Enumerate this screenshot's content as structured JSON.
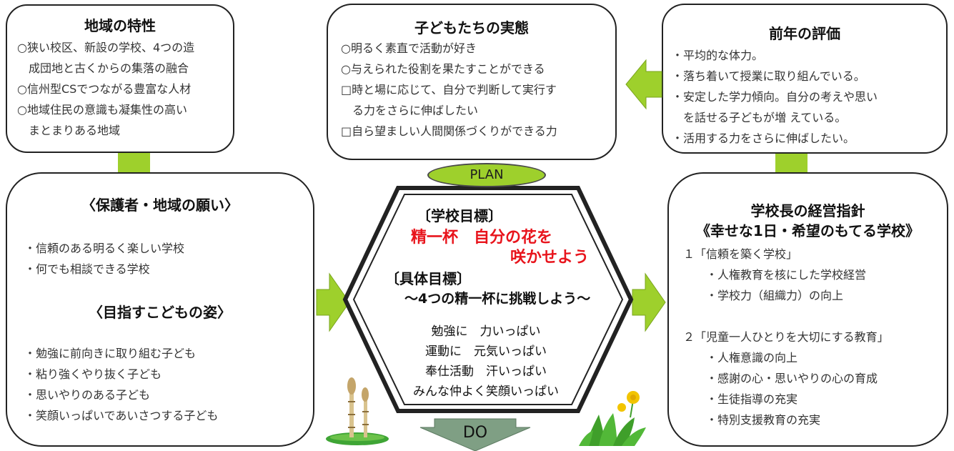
{
  "colors": {
    "accent_green": "#9ed02c",
    "target_red": "#e8141c",
    "border": "#222222"
  },
  "region": {
    "title": "地域の特性",
    "lines": [
      "○狭い校区、新設の学校、4つの造",
      "　成団地と古くからの集落の融合",
      "○信州型CSでつながる豊富な人材",
      "○地域住民の意識も凝集性の高い",
      "　まとまりある地域"
    ]
  },
  "children": {
    "title": "子どもたちの実態",
    "lines": [
      "○明るく素直で活動が好き",
      "○与えられた役割を果たすことができる",
      "□時と場に応じて、自分で判断して実行す",
      "　る力をさらに伸ばしたい",
      "□自ら望ましい人間関係づくりができる力"
    ]
  },
  "evaluation": {
    "title": "前年の評価",
    "lines": [
      "・平均的な体力。",
      "・落ち着いて授業に取り組んでいる。",
      "・安定した学力傾向。自分の考えや思い",
      "　を話せる子どもが増 えている。",
      "・活用する力をさらに伸ばしたい。"
    ]
  },
  "wishes": {
    "title": "〈保護者・地域の願い〉",
    "lines": [
      "・信頼のある明るく楽しい学校",
      "・何でも相談できる学校"
    ],
    "title2": "〈目指すこどもの姿〉",
    "lines2": [
      "・勉強に前向きに取り組む子ども",
      "・粘り強くやり抜く子ども",
      "・思いやりのある子ども",
      "・笑顔いっぱいであいさつする子ども"
    ]
  },
  "center": {
    "plan_label": "PLAN",
    "do_label": "DO",
    "goal_heading": "〔学校目標〕",
    "goal_line1": "精一杯　自分の花を",
    "goal_line2": "咲かせよう",
    "specific_heading": "〔具体目標〕",
    "specific_subtitle": "～4つの精一杯に挑戦しよう～",
    "items": [
      "勉強に　力いっぱい",
      "運動に　元気いっぱい",
      "奉仕活動　汗いっぱい",
      "みんな仲よく笑顔いっぱい"
    ]
  },
  "principal": {
    "title": "学校長の経営指針",
    "subtitle": "《幸せな1日・希望のもてる学校》",
    "lines": [
      "１「信頼を築く学校」",
      "　　・人権教育を核にした学校経営",
      "　　・学校力（組織力）の向上",
      "",
      "２「児童一人ひとりを大切にする教育」",
      "　　・人権意識の向上",
      "　　・感謝の心・思いやりの心の育成",
      "　　・生徒指導の充実",
      "　　・特別支援教育の充実"
    ]
  }
}
